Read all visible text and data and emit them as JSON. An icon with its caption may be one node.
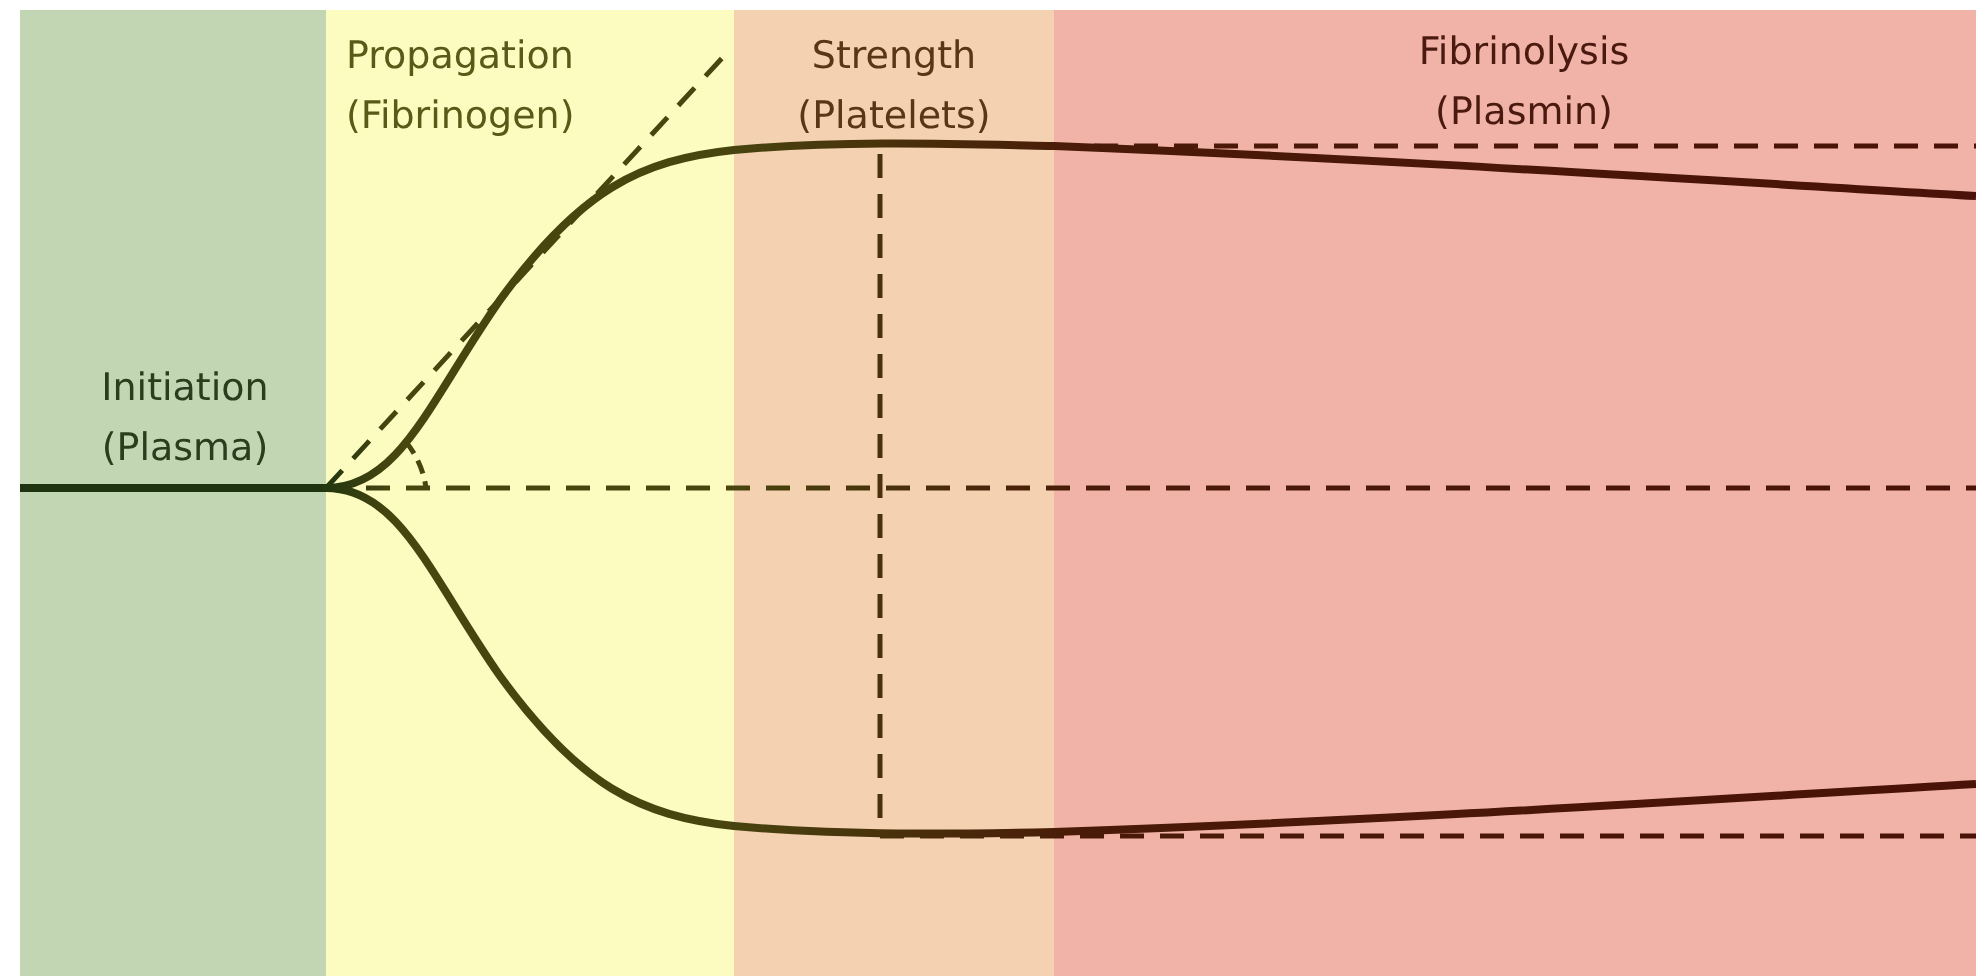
{
  "diagram": {
    "nodes": [
      {
        "text": [
          "Initiation (Plasma)"
        ]
      },
      {
        "text": [
          "Propagation (Fibrinogen)"
        ]
      },
      {
        "text": [
          "Strength (Platelets)"
        ]
      },
      {
        "text": [
          "Fibrinolysis (Plasmin)"
        ]
      }
    ]
  }
}
